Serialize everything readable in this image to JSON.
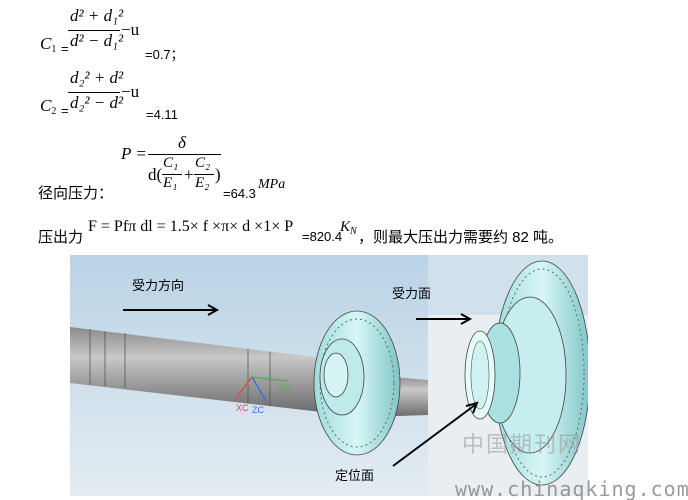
{
  "c1": {
    "lhs": "C",
    "lhs_sub": "1",
    "eq": "=",
    "num": "d² + d₁²",
    "den": "d² − d₁²",
    "minus_u": "−u",
    "result": "=0.7；"
  },
  "c2": {
    "lhs": "C",
    "lhs_sub": "2",
    "eq": "=",
    "num": "d₂² + d²",
    "den": "d₂² − d²",
    "minus_u": "−u",
    "result": "=4.11"
  },
  "p": {
    "lhs": "P =",
    "num": "δ",
    "den_prefix": "d(",
    "c1": "C₁",
    "e1": "E₁",
    "plus": "+",
    "c2": "C₂",
    "e2": "E₂",
    "den_suffix": ")"
  },
  "radial": {
    "label": "径向压力：",
    "value": "=64.3",
    "unit": "MPa"
  },
  "press": {
    "label": "压出力",
    "formula": "F = Pfπ dl = 1.5× f ×π× d ×1× P",
    "value": "=820.4",
    "unit": "K",
    "unit_sub": "N",
    "tail": "，则最大压出力需要约 82 吨。"
  },
  "figure": {
    "force_direction": "受力方向",
    "force_face": "受力面",
    "locating_face": "定位面",
    "axis_xc": "XC",
    "axis_zc": "ZC",
    "axis_yc": "YC",
    "watermark_cn": "中国期刊网",
    "watermark_url": "www.chinaqking.com"
  }
}
